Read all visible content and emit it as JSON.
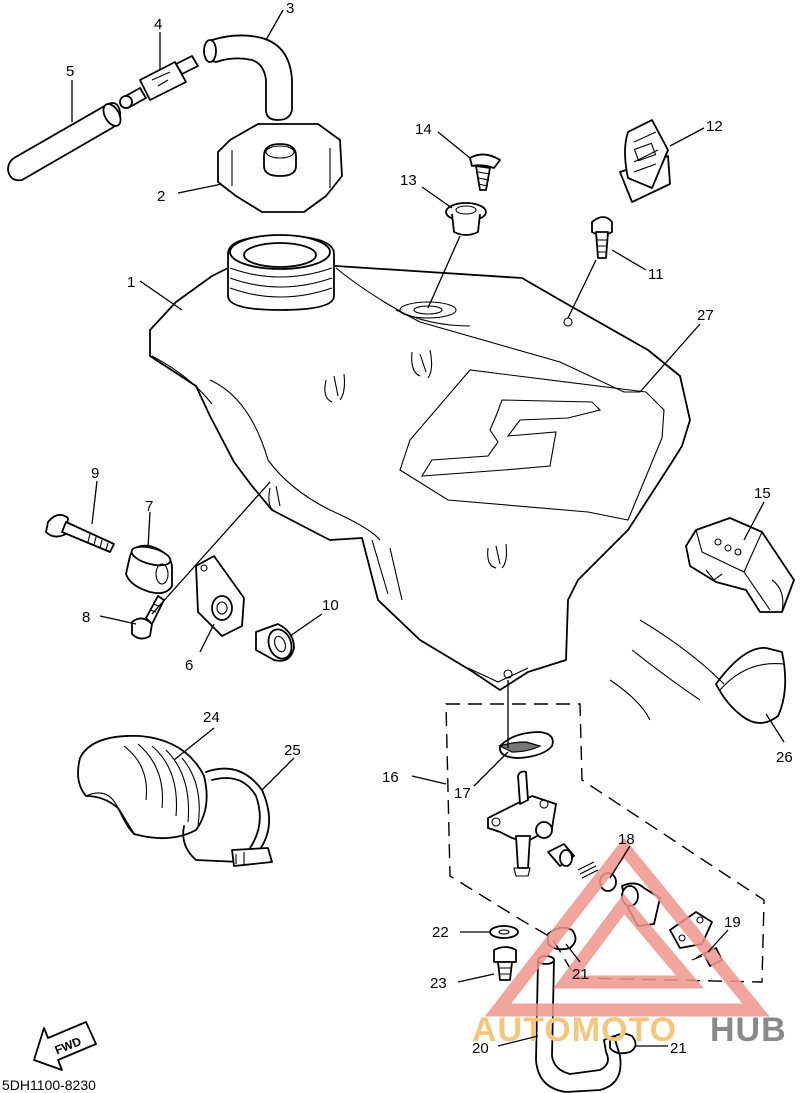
{
  "diagram": {
    "drawing_code": "5DH1100-8230",
    "direction_label": "FWD",
    "watermark": {
      "brand_a": "AUTOMOTO",
      "brand_b": "HUB"
    },
    "callouts": [
      {
        "id": "c1",
        "label": "1"
      },
      {
        "id": "c2",
        "label": "2"
      },
      {
        "id": "c3",
        "label": "3"
      },
      {
        "id": "c4",
        "label": "4"
      },
      {
        "id": "c5",
        "label": "5"
      },
      {
        "id": "c6",
        "label": "6"
      },
      {
        "id": "c7",
        "label": "7"
      },
      {
        "id": "c8",
        "label": "8"
      },
      {
        "id": "c9",
        "label": "9"
      },
      {
        "id": "c10",
        "label": "10"
      },
      {
        "id": "c11",
        "label": "11"
      },
      {
        "id": "c12",
        "label": "12"
      },
      {
        "id": "c13",
        "label": "13"
      },
      {
        "id": "c14",
        "label": "14"
      },
      {
        "id": "c15",
        "label": "15"
      },
      {
        "id": "c16",
        "label": "16"
      },
      {
        "id": "c17",
        "label": "17"
      },
      {
        "id": "c18",
        "label": "18"
      },
      {
        "id": "c19",
        "label": "19"
      },
      {
        "id": "c20",
        "label": "20"
      },
      {
        "id": "c21a",
        "label": "21"
      },
      {
        "id": "c21b",
        "label": "21"
      },
      {
        "id": "c22",
        "label": "22"
      },
      {
        "id": "c23",
        "label": "23"
      },
      {
        "id": "c24",
        "label": "24"
      },
      {
        "id": "c25",
        "label": "25"
      },
      {
        "id": "c26",
        "label": "26"
      },
      {
        "id": "c27",
        "label": "27"
      }
    ]
  }
}
